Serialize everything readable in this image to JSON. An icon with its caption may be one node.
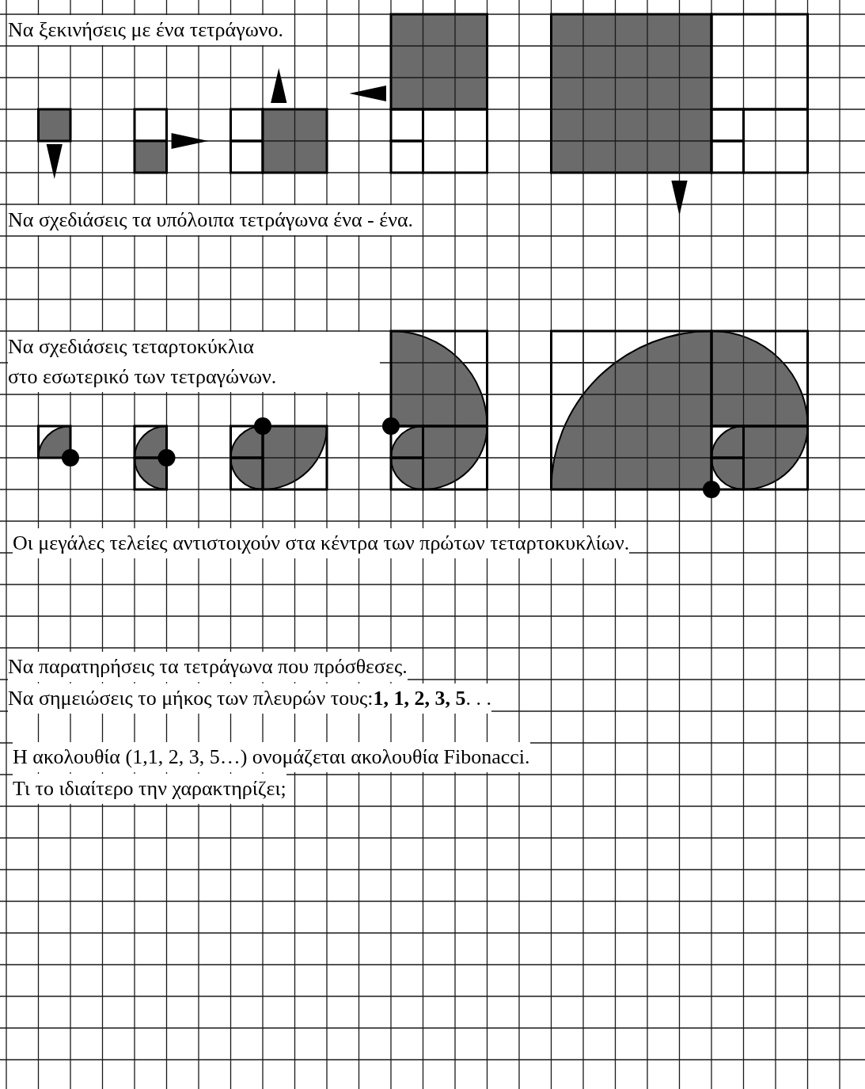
{
  "diagram": {
    "labels": [
      "Να ξεκινήσεις με ένα τετράγωνο.",
      "Να σχεδιάσεις τα υπόλοιπα τετράγωνα ένα - ένα.",
      "Να σχεδιάσεις τεταρτοκύκλια στο εσωτερικό των τετραγώνων.",
      "Οι μεγάλες τελείες αντιστοιχούν στα κέντρα των πρώτων τεταρτοκυκλίων.",
      "Να παρατηρήσεις τα τετράγωνα που πρόσθεσες.",
      "Να σημειώσεις το μήκος των πλευρών τους:**1, 1, 2, 3, 5**. . .",
      "Η ακολουθία (1,1, 2, 3, 5…) ονομάζεται ακολουθία Fibonacci.",
      "Τι το ιδιαίτερο την χαρακτηρίζει;"
    ]
  }
}
